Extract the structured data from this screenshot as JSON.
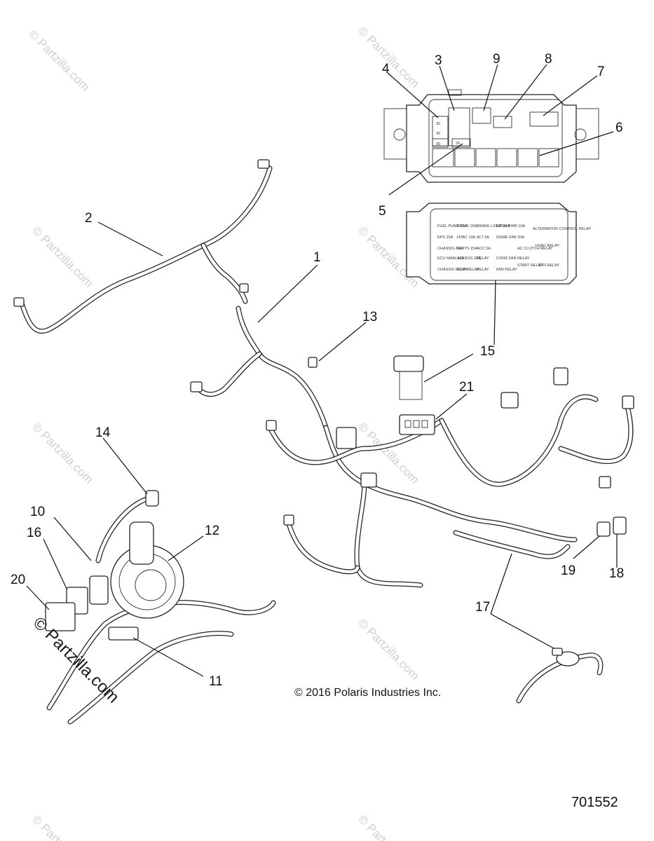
{
  "diagram": {
    "callouts": [
      {
        "id": "c1",
        "label": "1"
      },
      {
        "id": "c2",
        "label": "2"
      },
      {
        "id": "c3",
        "label": "3"
      },
      {
        "id": "c4",
        "label": "4"
      },
      {
        "id": "c5",
        "label": "5"
      },
      {
        "id": "c6",
        "label": "6"
      },
      {
        "id": "c7",
        "label": "7"
      },
      {
        "id": "c8",
        "label": "8"
      },
      {
        "id": "c9",
        "label": "9"
      },
      {
        "id": "c10",
        "label": "10"
      },
      {
        "id": "c11",
        "label": "11"
      },
      {
        "id": "c12",
        "label": "12"
      },
      {
        "id": "c13",
        "label": "13"
      },
      {
        "id": "c14",
        "label": "14"
      },
      {
        "id": "c15",
        "label": "15"
      },
      {
        "id": "c16",
        "label": "16"
      },
      {
        "id": "c17",
        "label": "17"
      },
      {
        "id": "c18",
        "label": "18"
      },
      {
        "id": "c19",
        "label": "19"
      },
      {
        "id": "c20",
        "label": "20"
      },
      {
        "id": "c21",
        "label": "21"
      }
    ],
    "copyright": "© 2016 Polaris Industries Inc.",
    "doc_number": "701552",
    "watermark": "© Partzilla.com",
    "fuse_box_labels": {
      "top_row": [
        "FUEL PUMP 15A",
        "DRIVE 15A",
        "BRAKE LIGHT 10A",
        "DASH PWR 10A"
      ],
      "row2": [
        "EPS 25A",
        "HVAC 10A",
        "ALT 5A",
        "DOME FAN 20A"
      ],
      "row3": [
        "CHASSIS 20A",
        "LIMITS 15A",
        "ACC 5A",
        "AC CLUTCH RELAY"
      ],
      "row4": [
        "ECU MAIN 10A",
        "ACCESS 20A",
        "RELAY",
        "COND FAN RELAY"
      ],
      "row5": [
        "CHASSIS RELAY",
        "ECM RELAY",
        "RELAY",
        "FAN RELAY"
      ],
      "right_col": [
        "ALTERNATOR CONTROL RELAY",
        "HVAC RELAY",
        "START RELAY",
        "STR RELAY"
      ]
    }
  }
}
